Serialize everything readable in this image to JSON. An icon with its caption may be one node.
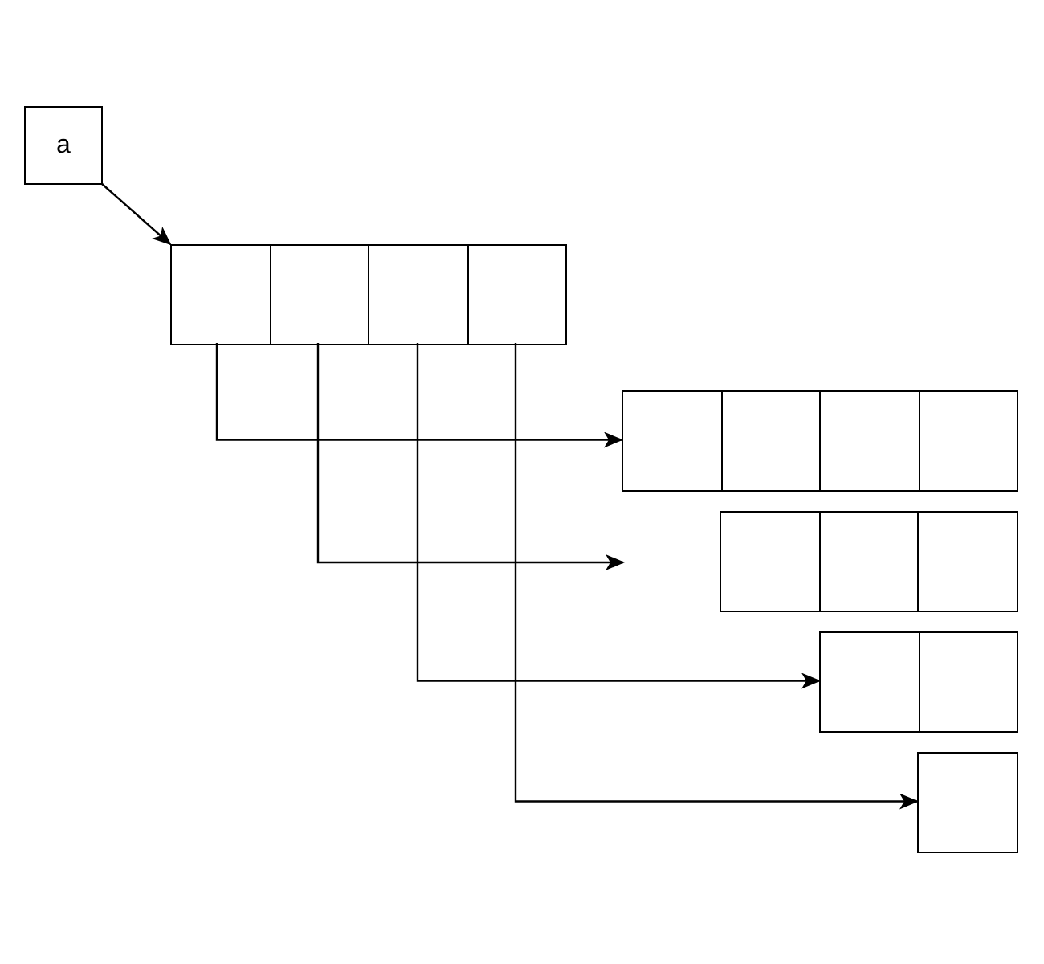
{
  "diagram": {
    "nodes": [
      {
        "text": [
          "a"
        ]
      },
      {
        "text": [],
        "shape": "box"
      },
      {
        "text": [],
        "shape": "box"
      },
      {
        "text": [],
        "shape": "box"
      },
      {
        "text": [],
        "shape": "box"
      },
      {
        "text": [],
        "shape": "box"
      },
      {
        "text": [],
        "shape": "box"
      },
      {
        "text": [],
        "shape": "box"
      },
      {
        "text": [],
        "shape": "box"
      },
      {
        "text": [],
        "shape": "box"
      },
      {
        "text": [],
        "shape": "box"
      },
      {
        "text": [],
        "shape": "box"
      },
      {
        "text": [],
        "shape": "box"
      },
      {
        "text": [],
        "shape": "box"
      },
      {
        "text": [],
        "shape": "box"
      }
    ],
    "edges": [
      {
        "from": 0,
        "to": 1,
        "arrow": "to"
      },
      {
        "from": 1,
        "to": 5,
        "arrow": "to"
      },
      {
        "from": 2,
        "to": null,
        "arrow": "to"
      },
      {
        "from": 3,
        "to": 12,
        "arrow": "to"
      },
      {
        "from": 4,
        "to": 14,
        "arrow": "to"
      }
    ]
  }
}
